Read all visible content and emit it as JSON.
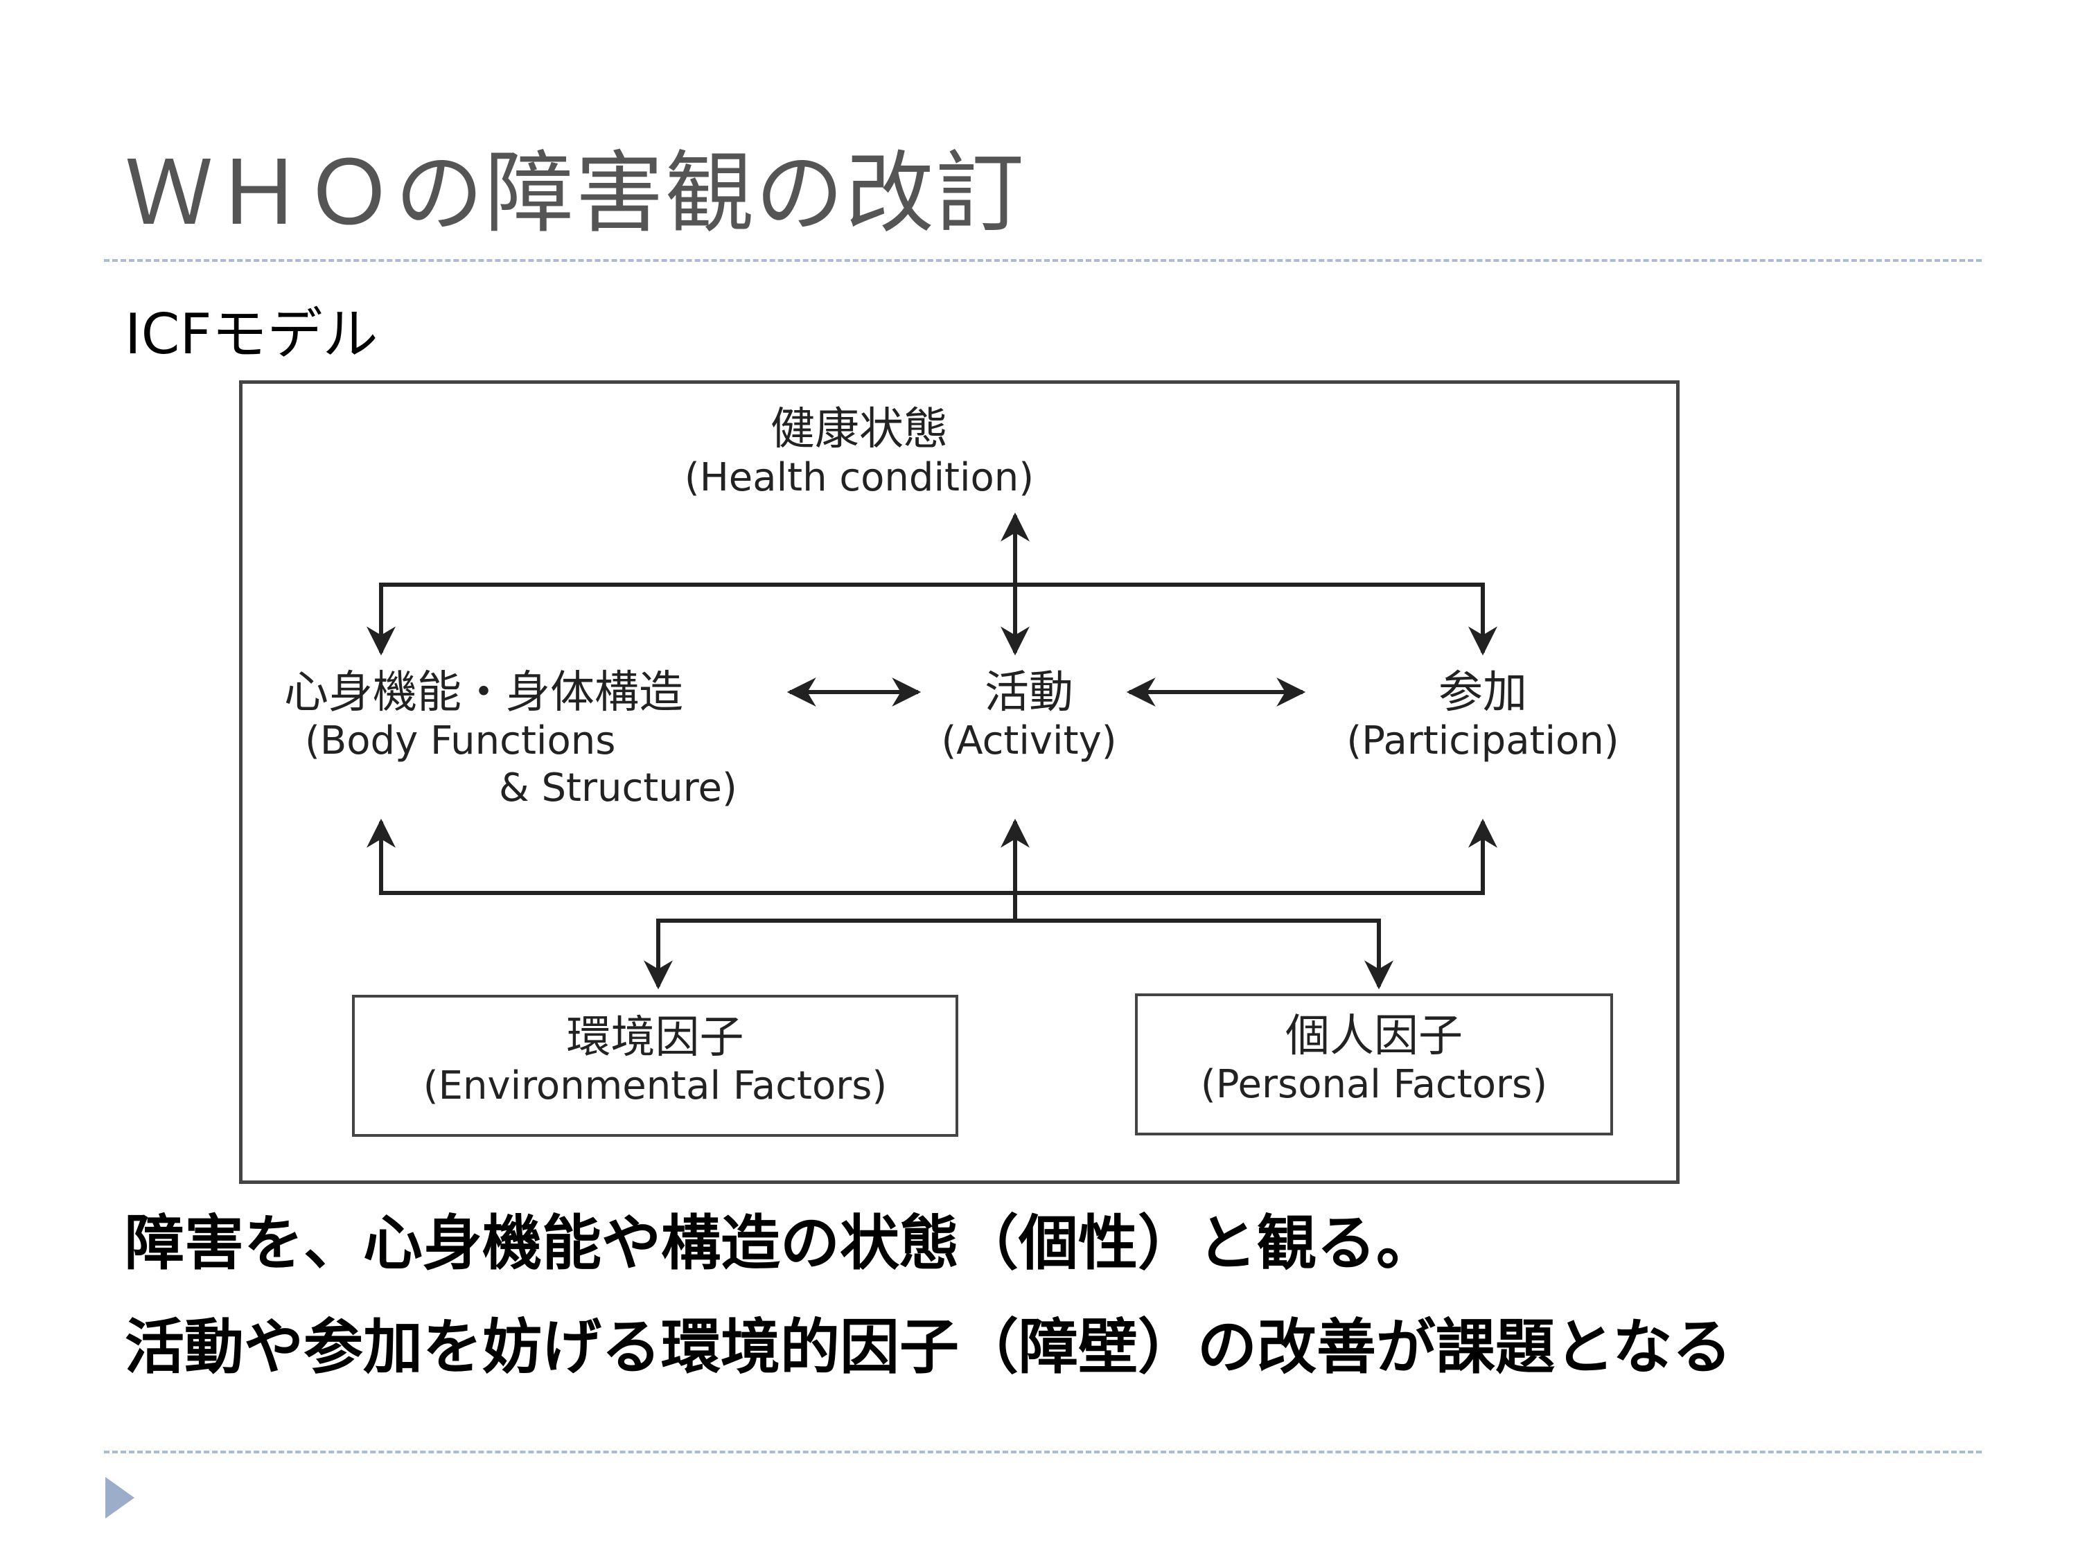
{
  "slide": {
    "title": "ＷＨＯの障害観の改訂",
    "subtitle": "ICFモデル"
  },
  "diagram": {
    "health": {
      "jp": "健康状態",
      "en": "(Health condition)"
    },
    "body": {
      "jp": "心身機能・身体構造",
      "en1": "(Body Functions",
      "en2": "& Structure)"
    },
    "activity": {
      "jp": "活動",
      "en": "(Activity)"
    },
    "participation": {
      "jp": "参加",
      "en": "(Participation)"
    },
    "environmental": {
      "jp": "環境因子",
      "en": "(Environmental Factors)"
    },
    "personal": {
      "jp": "個人因子",
      "en": "(Personal Factors)"
    }
  },
  "statements": [
    "障害を、心身機能や構造の状態（個性）と観る。",
    "活動や参加を妨げる環境的因子（障壁）の改善が課題となる"
  ],
  "colors": {
    "title": "#555555",
    "rule": "#aabbd4",
    "nav_marker": "#9badc8",
    "diagram_line": "#222222"
  },
  "icons": {
    "nav_marker": "triangle-right-icon"
  }
}
